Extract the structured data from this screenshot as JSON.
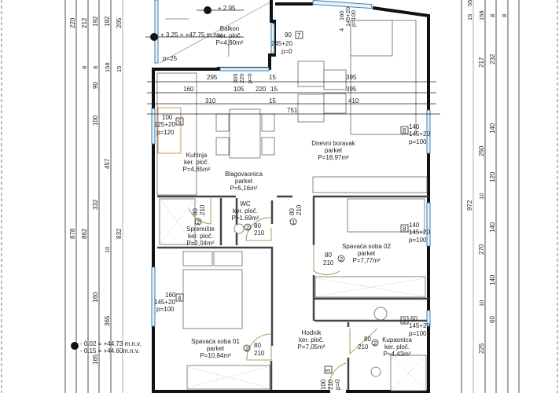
{
  "levels": {
    "top_level": "+ 2.95",
    "balcony_level": "+ 3.25 = +47.75 m.n.v.",
    "floor_level_1": "- 0.02 = +44.73 m.n.v.",
    "floor_level_2": "- 0.15 = +44.60m.n.v."
  },
  "rooms": [
    {
      "name": "Balkon",
      "floor": "ker. ploč.",
      "area": "P=4,90m²"
    },
    {
      "name": "Kuhinja",
      "floor": "ker. ploč.",
      "area": "P=4,65m²"
    },
    {
      "name": "Blagovaonica",
      "floor": "parket",
      "area": "P=5,16m²"
    },
    {
      "name": "Dnevni boravak",
      "floor": "parket",
      "area": "P=18,97m²"
    },
    {
      "name": "WC",
      "floor": "ker. ploč.",
      "area": "P=1,69m²"
    },
    {
      "name": "Spremište",
      "floor": "ker. ploč.",
      "area": "P=2,04m²"
    },
    {
      "name": "Spavaća soba 02",
      "floor": "parket",
      "area": "P=7,77m²"
    },
    {
      "name": "Spavaća soba 01",
      "floor": "parket",
      "area": "P=10,84m²"
    },
    {
      "name": "Hodnik",
      "floor": "ker. ploč.",
      "area": "P=7,05m²"
    },
    {
      "name": "Kupaonica",
      "floor": "ker. ploč.",
      "area": "P=4,43m²"
    }
  ],
  "balcony_slope": "p=25",
  "windows": [
    {
      "type": "7",
      "width": "90",
      "height": "245+20",
      "sill": "p=0"
    },
    {
      "type": "4",
      "width": "160",
      "height": "145+20",
      "sill": "p=100"
    },
    {
      "type": "5",
      "width": "100",
      "height": "125+20",
      "sill": "p=120"
    },
    {
      "type": "8",
      "width": "140",
      "height": "145+20",
      "sill": "p=100"
    },
    {
      "type": "8",
      "width": "140",
      "height": "145+20",
      "sill": "p=100"
    },
    {
      "type": "4",
      "width": "160",
      "height": "145+20",
      "sill": "p=100"
    },
    {
      "type": "3",
      "width": "60",
      "height": "145+20",
      "sill": "p=100"
    }
  ],
  "doors": [
    {
      "type": "2",
      "width": "80",
      "height": "210"
    },
    {
      "type": "2",
      "width": "80",
      "height": "210"
    },
    {
      "type": "1",
      "width": "80",
      "height": "210"
    },
    {
      "type": "2",
      "width": "80",
      "height": "210"
    },
    {
      "type": "2",
      "width": "80",
      "height": "210"
    },
    {
      "type": "2",
      "width": "80",
      "height": "210"
    },
    {
      "type": "3",
      "width": "100",
      "height": "210",
      "sill": "p=0"
    }
  ],
  "opening_dims": {
    "a": "305",
    "b": "220",
    "c": "p=0"
  },
  "horizontal_dims": {
    "row1": [
      "295",
      "15",
      "395"
    ],
    "row2": [
      "160",
      "105",
      "220",
      "15",
      "395"
    ],
    "row3": [
      "310",
      "15",
      "410"
    ],
    "row4": [
      "751"
    ]
  },
  "left_dims": [
    "220",
    "212",
    "192",
    "192",
    "205",
    "8",
    "8",
    "158",
    "15",
    "90",
    "100",
    "457",
    "332",
    "878",
    "862",
    "832",
    "10",
    "160",
    "365",
    "165"
  ],
  "right_dims": [
    "55",
    "15",
    "158",
    "8",
    "8",
    "217",
    "232",
    "140",
    "250",
    "120",
    "10",
    "972",
    "140",
    "270",
    "140",
    "10",
    "60",
    "225"
  ]
}
